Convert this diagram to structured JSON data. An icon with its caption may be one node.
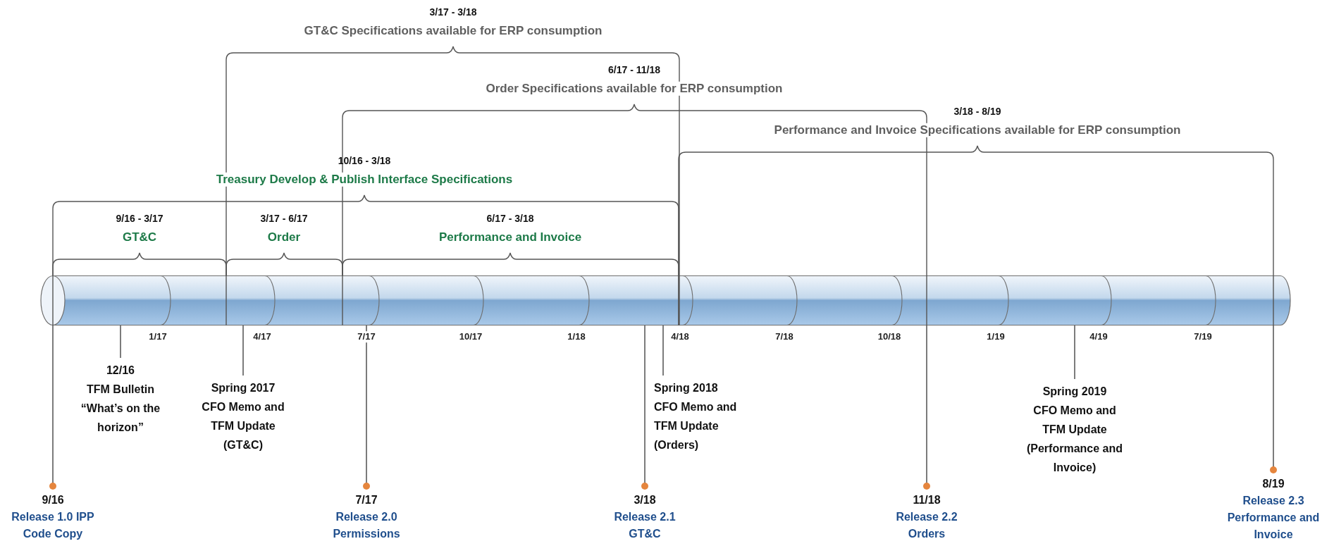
{
  "diagram": {
    "nodes": [
      {
        "text": [],
        "shape": "cylinder"
      },
      {
        "text": [
          "9/16",
          "Release 1.0 IPP Code Copy"
        ]
      },
      {
        "text": [
          "12/16",
          "TFM Bulletin “What’s on the horizon”"
        ]
      },
      {
        "text": [
          "Spring 2017",
          "CFO Memo and TFM Update (GT&C)"
        ]
      },
      {
        "text": [
          "7/17",
          "Release 2.0 Permissions"
        ]
      },
      {
        "text": [
          "3/18",
          "Release 2.1 GT&C"
        ]
      },
      {
        "text": [
          "Spring 2018",
          "CFO Memo and TFM Update (Orders)"
        ]
      },
      {
        "text": [
          "11/18",
          "Release 2.2 Orders"
        ]
      },
      {
        "text": [
          "Spring 2019",
          "CFO Memo and TFM Update (Performance and Invoice)"
        ]
      },
      {
        "text": [
          "8/19",
          "Release 2.3 Performance and Invoice"
        ]
      }
    ],
    "edges": [
      {
        "from": 1,
        "to": 0,
        "arrow": "other"
      },
      {
        "from": 2,
        "to": 0,
        "arrow": "none"
      },
      {
        "from": 3,
        "to": 0,
        "arrow": "none"
      },
      {
        "from": 4,
        "to": 0,
        "arrow": "other"
      },
      {
        "from": 5,
        "to": 0,
        "arrow": "other"
      },
      {
        "from": 6,
        "to": 0,
        "arrow": "none"
      },
      {
        "from": 7,
        "to": 0,
        "arrow": "other"
      },
      {
        "from": 8,
        "to": 0,
        "arrow": "none"
      },
      {
        "from": 9,
        "to": 0,
        "arrow": "other"
      }
    ],
    "labels": [
      "3/17 - 3/18",
      "GT&C Specifications available for ERP consumption",
      "6/17 - 11/18",
      "Order Specifications available for ERP consumption",
      "3/18 - 8/19",
      "Performance and Invoice Specifications available for ERP consumption",
      "10/16 - 3/18",
      "Treasury Develop & Publish Interface Specifications",
      "9/16 - 3/17",
      "GT&C",
      "3/17 - 6/17",
      "Order",
      "6/17 - 3/18",
      "Performance and Invoice",
      "1/17",
      "4/17",
      "7/17",
      "10/17",
      "1/18",
      "4/18",
      "7/18",
      "10/18",
      "1/19",
      "4/19",
      "7/19"
    ]
  }
}
